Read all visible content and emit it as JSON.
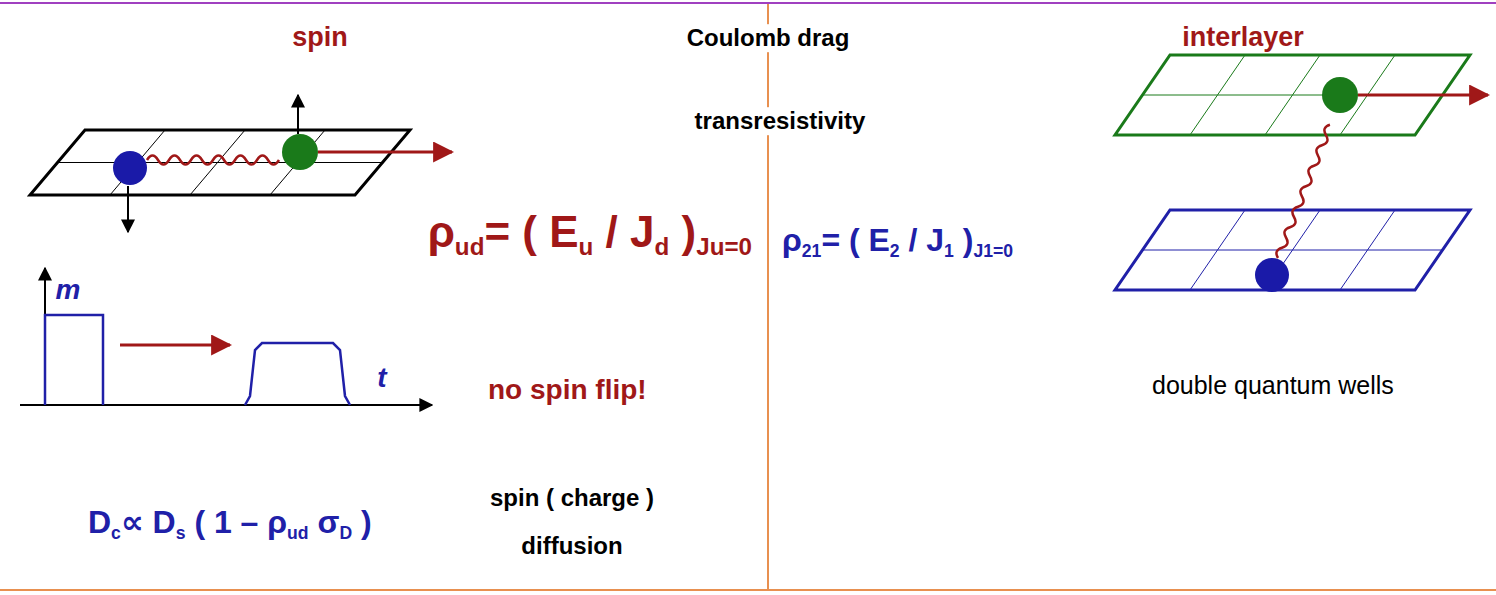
{
  "diagram": {
    "title": "Coulomb drag",
    "labels": [
      "spin",
      "interlayer",
      "transresistivity",
      "ρud= ( Eu / Jd )Ju=0",
      "ρ21= ( E2 / J1 )J1=0",
      "m",
      "t",
      "no spin flip!",
      "double quantum wells",
      "Dc∝ Ds ( 1 – ρud σD )",
      "spin ( charge ) diffusion"
    ]
  }
}
